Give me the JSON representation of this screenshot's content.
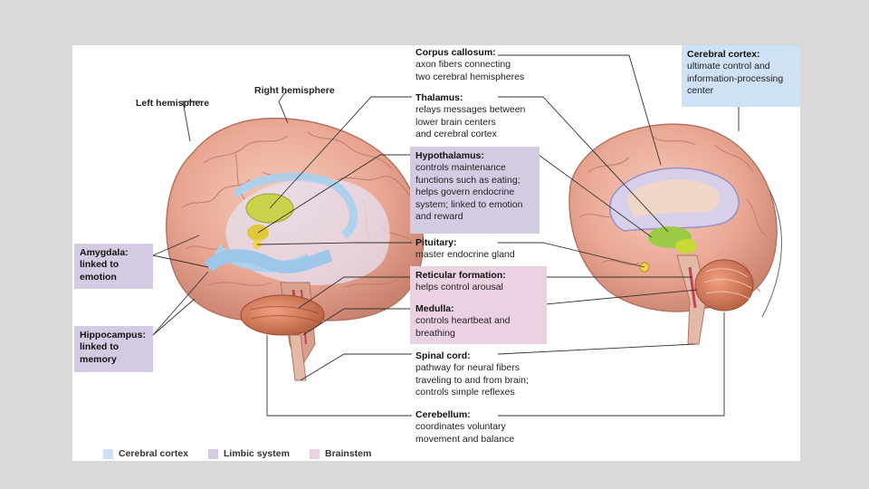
{
  "labels": {
    "left_hemisphere": "Left hemisphere",
    "right_hemisphere": "Right hemisphere",
    "corpus_callosum": {
      "title": "Corpus callosum:",
      "lines": [
        "axon fibers connecting",
        "two cerebral hemispheres"
      ]
    },
    "thalamus": {
      "title": "Thalamus:",
      "lines": [
        "relays messages between",
        "lower brain centers",
        "and cerebral cortex"
      ]
    },
    "hypothalamus": {
      "title": "Hypothalamus:",
      "lines": [
        "controls maintenance",
        "functions such as eating;",
        "helps govern endocrine",
        "system; linked to emotion",
        "and reward"
      ]
    },
    "pituitary": {
      "title": "Pituitary:",
      "lines": [
        "master endocrine gland"
      ]
    },
    "reticular_formation": {
      "title": "Reticular formation:",
      "lines": [
        "helps control arousal"
      ]
    },
    "medulla": {
      "title": "Medulla:",
      "lines": [
        "controls heartbeat and",
        "breathing"
      ]
    },
    "spinal_cord": {
      "title": "Spinal cord:",
      "lines": [
        "pathway for neural fibers",
        "traveling to and from brain;",
        "controls simple reflexes"
      ]
    },
    "cerebellum": {
      "title": "Cerebellum:",
      "lines": [
        "coordinates voluntary",
        "movement and balance"
      ]
    },
    "cerebral_cortex": {
      "title": "Cerebral cortex:",
      "lines": [
        "ultimate control and",
        "information-processing",
        "center"
      ]
    },
    "amygdala": {
      "title": "Amygdala:",
      "lines": [
        "linked to",
        "emotion"
      ]
    },
    "hippocampus": {
      "title": "Hippocampus:",
      "lines": [
        "linked to",
        "memory"
      ]
    }
  },
  "legend": [
    {
      "label": "Cerebral cortex",
      "color": "#cfe1f4"
    },
    {
      "label": "Limbic system",
      "color": "#d4cbe3"
    },
    {
      "label": "Brainstem",
      "color": "#ebd1e2"
    }
  ]
}
